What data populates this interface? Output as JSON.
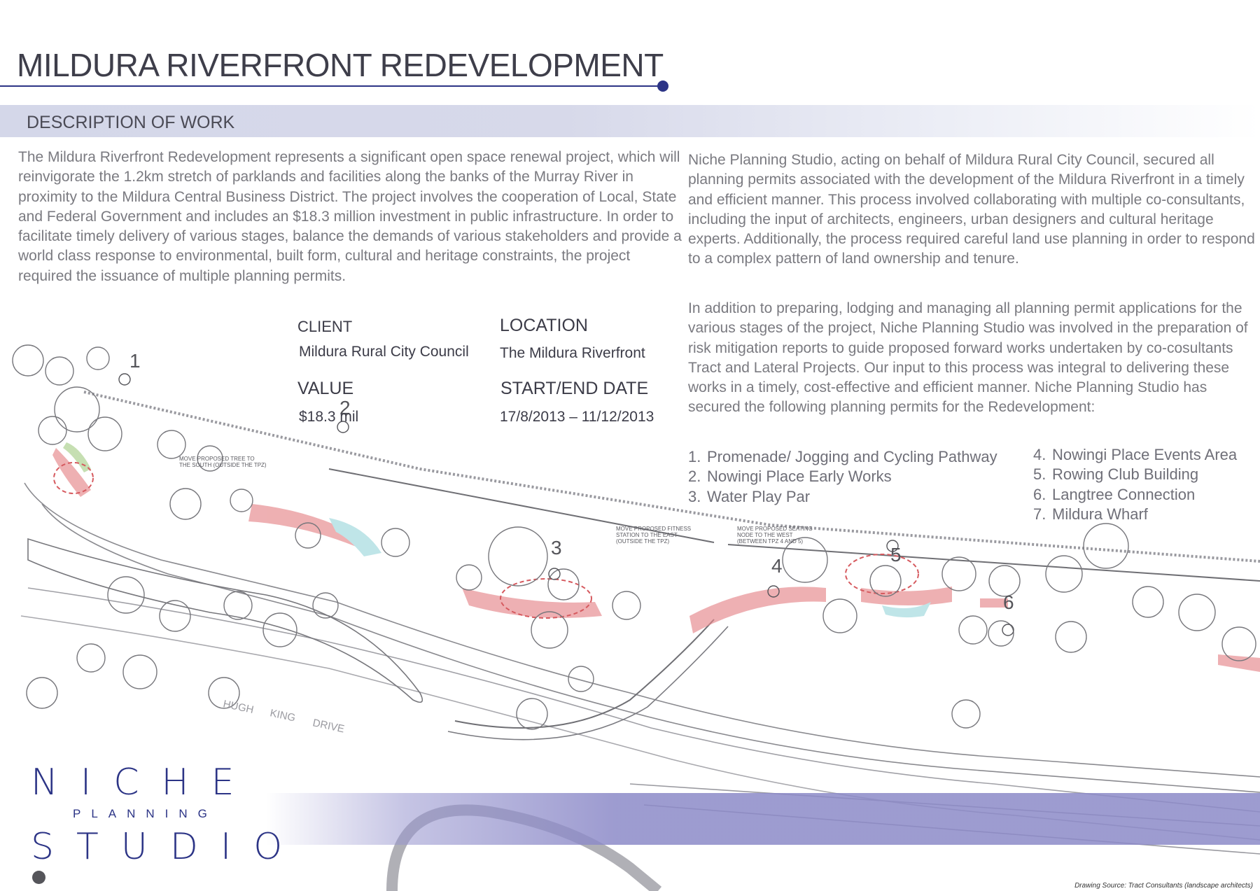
{
  "title": "MILDURA RIVERFRONT REDEVELOPMENT",
  "section_title": "DESCRIPTION OF WORK",
  "paragraphs": {
    "left": "The Mildura Riverfront Redevelopment represents a significant open space renewal project, which will reinvigorate the 1.2km stretch of parklands and facilities along the banks of the Murray River in proximity to the Mildura Central Business District. The project involves the cooperation of Local, State and Federal Government and includes an $18.3 million investment in public infrastructure. In order to facilitate timely delivery of various stages, balance the demands of various stakeholders and provide a world class response to environmental, built form, cultural and heritage constraints, the project required the issuance of multiple planning permits.",
    "right_1": "Niche Planning Studio, acting on behalf of Mildura Rural City Council, secured all planning permits associated with the development of the Mildura Riverfront in a timely and efficient manner. This process involved collaborating with multiple co-consultants, including the input of architects, engineers, urban designers and cultural heritage experts. Additionally, the process required careful land use planning in order to respond to a complex pattern of land ownership and tenure.",
    "right_2": "In addition to preparing, lodging and managing all planning permit applications for the various stages of the project, Niche Planning Studio was involved in the preparation of risk mitigation reports to guide proposed forward works undertaken by co-cosultants Tract and Lateral Projects. Our input to this process was integral to delivering these works in a timely, cost-effective and efficient manner. Niche Planning Studio has secured the following planning permits for the Redevelopment:"
  },
  "info": {
    "client_label": "CLIENT",
    "client_value": "Mildura Rural City Council",
    "location_label": "LOCATION",
    "location_value": "The Mildura Riverfront",
    "value_label": "VALUE",
    "value_value": "$18.3 mil",
    "date_label": "START/END DATE",
    "date_value": "17/8/2013 – 11/12/2013"
  },
  "permits_left": [
    {
      "num": "1.",
      "label": "Promenade/ Jogging and Cycling Pathway"
    },
    {
      "num": "2.",
      "label": "Nowingi Place Early Works"
    },
    {
      "num": "3.",
      "label": "Water Play Par"
    }
  ],
  "permits_right": [
    {
      "num": "4.",
      "label": "Nowingi Place Events Area"
    },
    {
      "num": "5.",
      "label": "Rowing Club Building"
    },
    {
      "num": "6.",
      "label": "Langtree Connection"
    },
    {
      "num": "7.",
      "label": "Mildura Wharf"
    }
  ],
  "plan": {
    "markers": [
      "1",
      "2",
      "3",
      "4",
      "5",
      "6"
    ],
    "annotations": {
      "a1_l1": "MOVE PROPOSED TREE TO",
      "a1_l2": "THE SOUTH (OUTSIDE THE TPZ)",
      "a2_l1": "MOVE PROPOSED FITNESS",
      "a2_l2": "STATION TO THE EAST",
      "a2_l3": "(OUTSIDE THE TPZ)",
      "a3_l1": "MOVE PROPOSED SEATING",
      "a3_l2": "NODE TO THE WEST",
      "a3_l3": "(BETWEEN TPZ 4 AND 5)"
    },
    "street": {
      "w1": "HUGH",
      "w2": "KING",
      "w3": "DRIVE"
    }
  },
  "logo": {
    "word1": "NICHE",
    "word2": "PLANNING",
    "word3": "STUDIO"
  },
  "drawing_source": "Drawing Source: Tract Consultants (landscape architects)",
  "colors": {
    "brand_navy": "#2c3486",
    "band_lavender": "#d4d7e9",
    "bottom_band": "#8c8ac8",
    "text_grey": "#7a7a80"
  }
}
